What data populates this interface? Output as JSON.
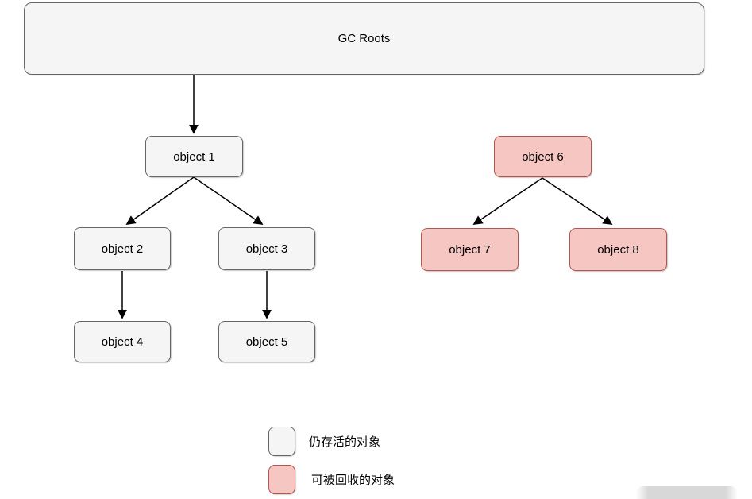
{
  "diagram": {
    "root": {
      "label": "GC Roots"
    },
    "nodes": [
      {
        "id": "object1",
        "label": "object 1",
        "state": "alive"
      },
      {
        "id": "object2",
        "label": "object 2",
        "state": "alive"
      },
      {
        "id": "object3",
        "label": "object 3",
        "state": "alive"
      },
      {
        "id": "object4",
        "label": "object 4",
        "state": "alive"
      },
      {
        "id": "object5",
        "label": "object 5",
        "state": "alive"
      },
      {
        "id": "object6",
        "label": "object 6",
        "state": "collectable"
      },
      {
        "id": "object7",
        "label": "object 7",
        "state": "collectable"
      },
      {
        "id": "object8",
        "label": "object 8",
        "state": "collectable"
      }
    ],
    "edges": [
      {
        "from": "gc-roots",
        "to": "object1"
      },
      {
        "from": "object1",
        "to": "object2"
      },
      {
        "from": "object1",
        "to": "object3"
      },
      {
        "from": "object2",
        "to": "object4"
      },
      {
        "from": "object3",
        "to": "object5"
      },
      {
        "from": "object6",
        "to": "object7"
      },
      {
        "from": "object6",
        "to": "object8"
      }
    ],
    "legend": [
      {
        "label": "仍存活的对象",
        "state": "alive"
      },
      {
        "label": "可被回收的对象",
        "state": "collectable"
      }
    ],
    "colors": {
      "alive_fill": "#f5f5f5",
      "alive_border": "#666666",
      "collectable_fill": "#f6c6c3",
      "collectable_border": "#b85450",
      "edge": "#000000"
    }
  }
}
